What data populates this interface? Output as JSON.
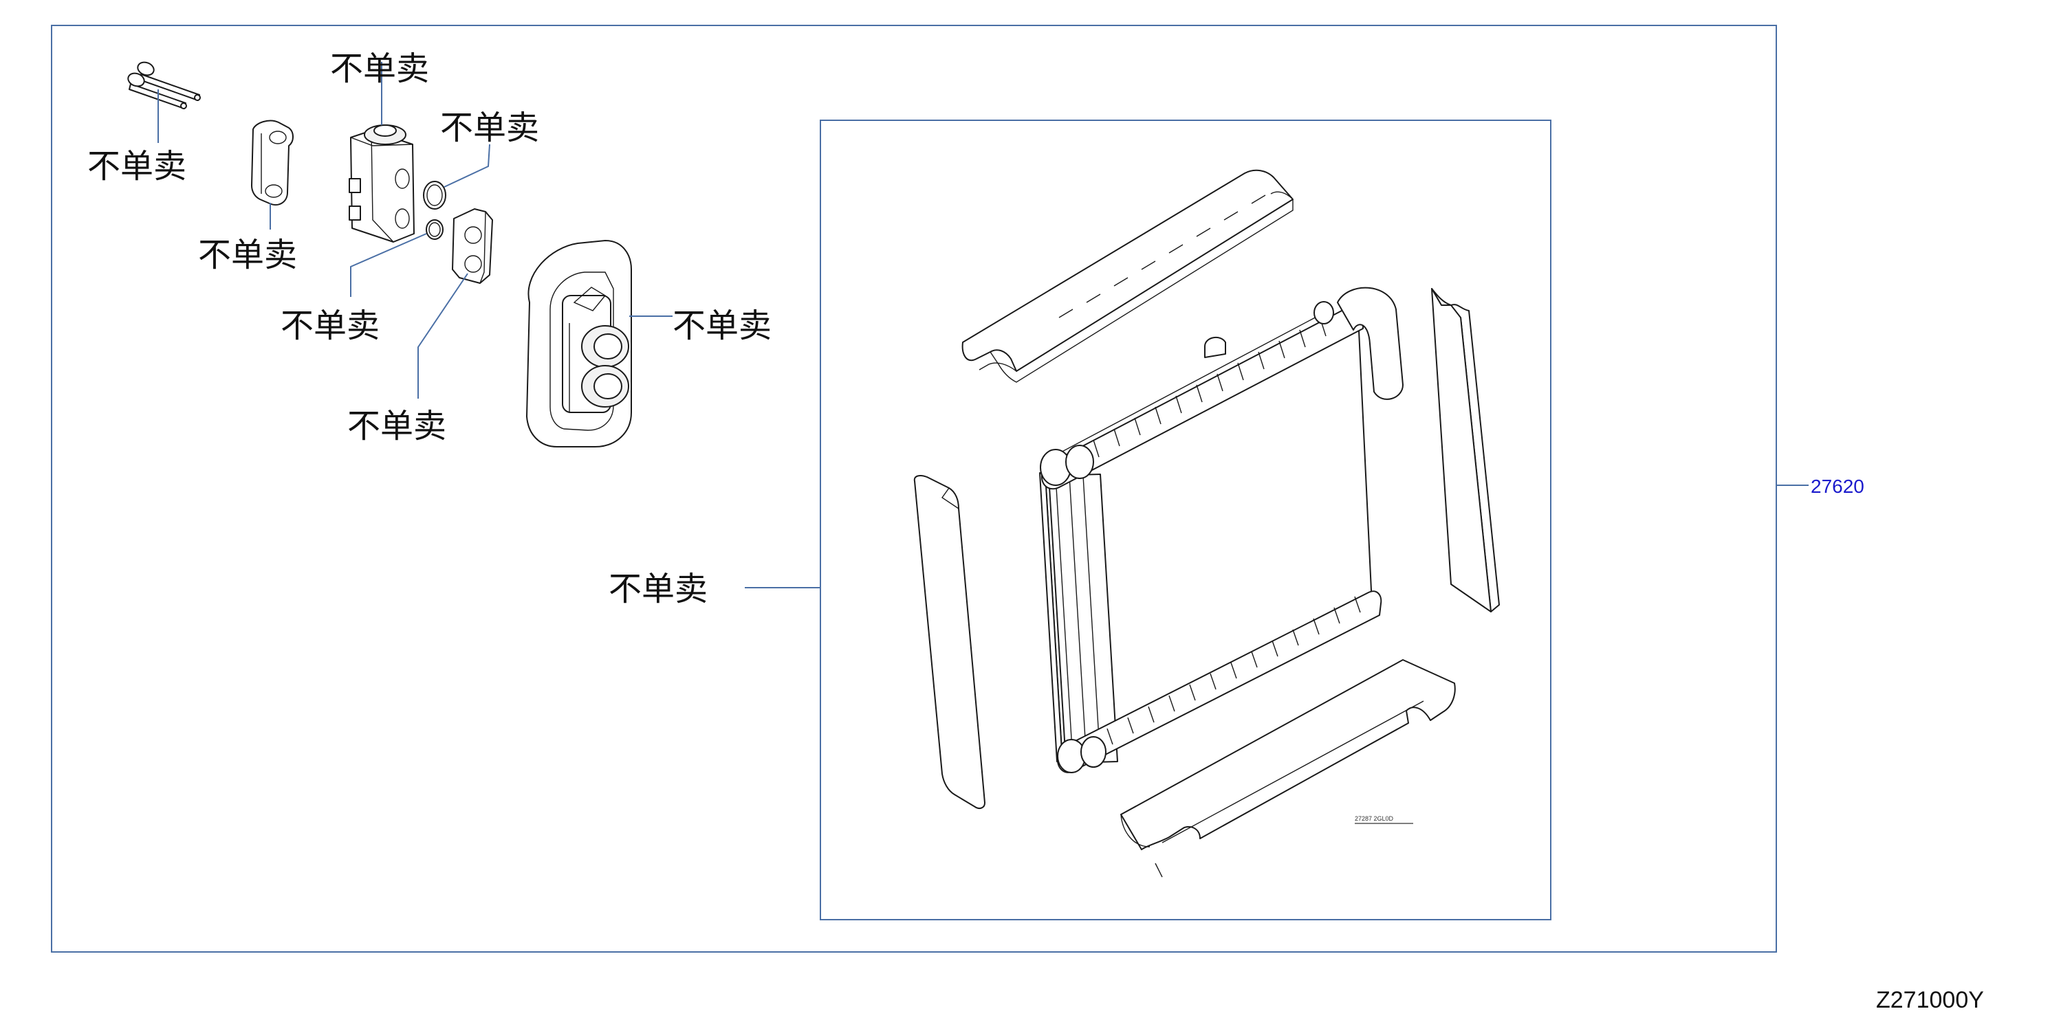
{
  "labels": {
    "not_sold_separately": "不单卖",
    "assembly_part_number": "27620",
    "figure_code": "Z271000Y",
    "drawing_small_code": "27287 2GL0D"
  },
  "colors": {
    "frame": "#4a6fa5",
    "part_number": "#1a1acc",
    "line_art": "#1a1a1a"
  }
}
